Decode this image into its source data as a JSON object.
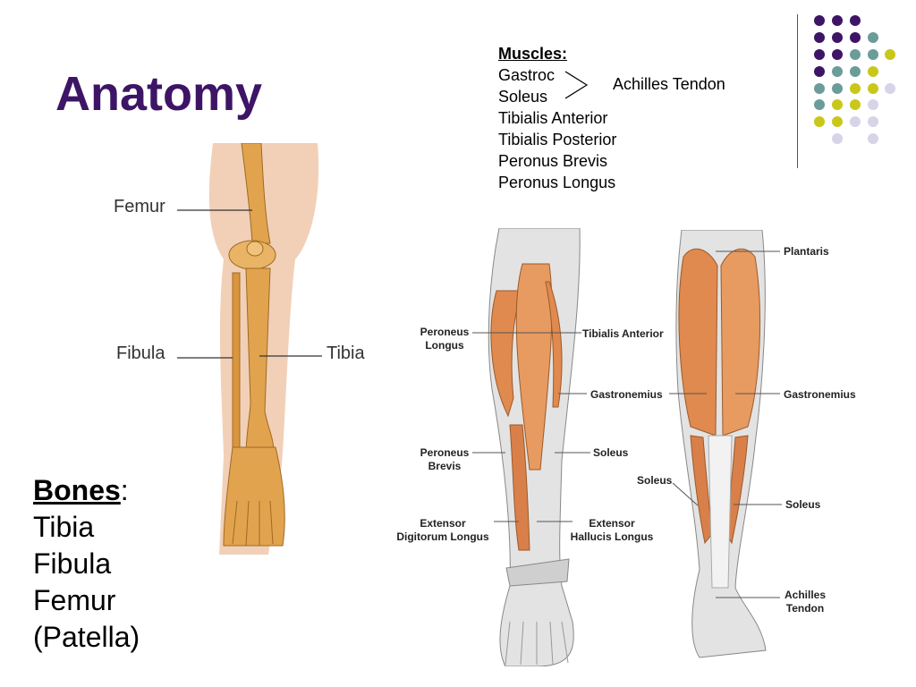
{
  "slide": {
    "title": "Anatomy",
    "muscles": {
      "heading": "Muscles:",
      "items": [
        "Gastroc",
        "Soleus",
        "Tibialis Anterior",
        "Tibialis Posterior",
        "Peronus Brevis",
        "Peronus Longus"
      ],
      "achilles_note": "Achilles Tendon"
    },
    "bones": {
      "heading": "Bones",
      "suffix": ":",
      "items": [
        "Tibia",
        "Fibula",
        "Femur",
        "(Patella)"
      ]
    },
    "skeleton_labels": {
      "femur": "Femur",
      "fibula": "Fibula",
      "tibia": "Tibia"
    },
    "anterior_labels": {
      "peroneus_longus": [
        "Peroneus",
        "Longus"
      ],
      "tibialis_anterior": "Tibialis Anterior",
      "gastronemius": "Gastronemius",
      "peroneus_brevis": [
        "Peroneus",
        "Brevis"
      ],
      "soleus": "Soleus",
      "ext_digitorum": [
        "Extensor",
        "Digitorum Longus"
      ],
      "ext_hallucis": [
        "Extensor",
        "Hallucis Longus"
      ]
    },
    "posterior_labels": {
      "plantaris": "Plantaris",
      "gastronemius": "Gastronemius",
      "soleus_left": "Soleus",
      "soleus_right": "Soleus",
      "achilles": [
        "Achilles",
        "Tendon"
      ]
    },
    "colors": {
      "title": "#3d1466",
      "purple": "#3d1466",
      "teal": "#6b9c99",
      "olive": "#c9c81a",
      "lavender": "#d6d4e6",
      "bone": "#e1a34e",
      "muscle": "#e08a4f"
    }
  }
}
